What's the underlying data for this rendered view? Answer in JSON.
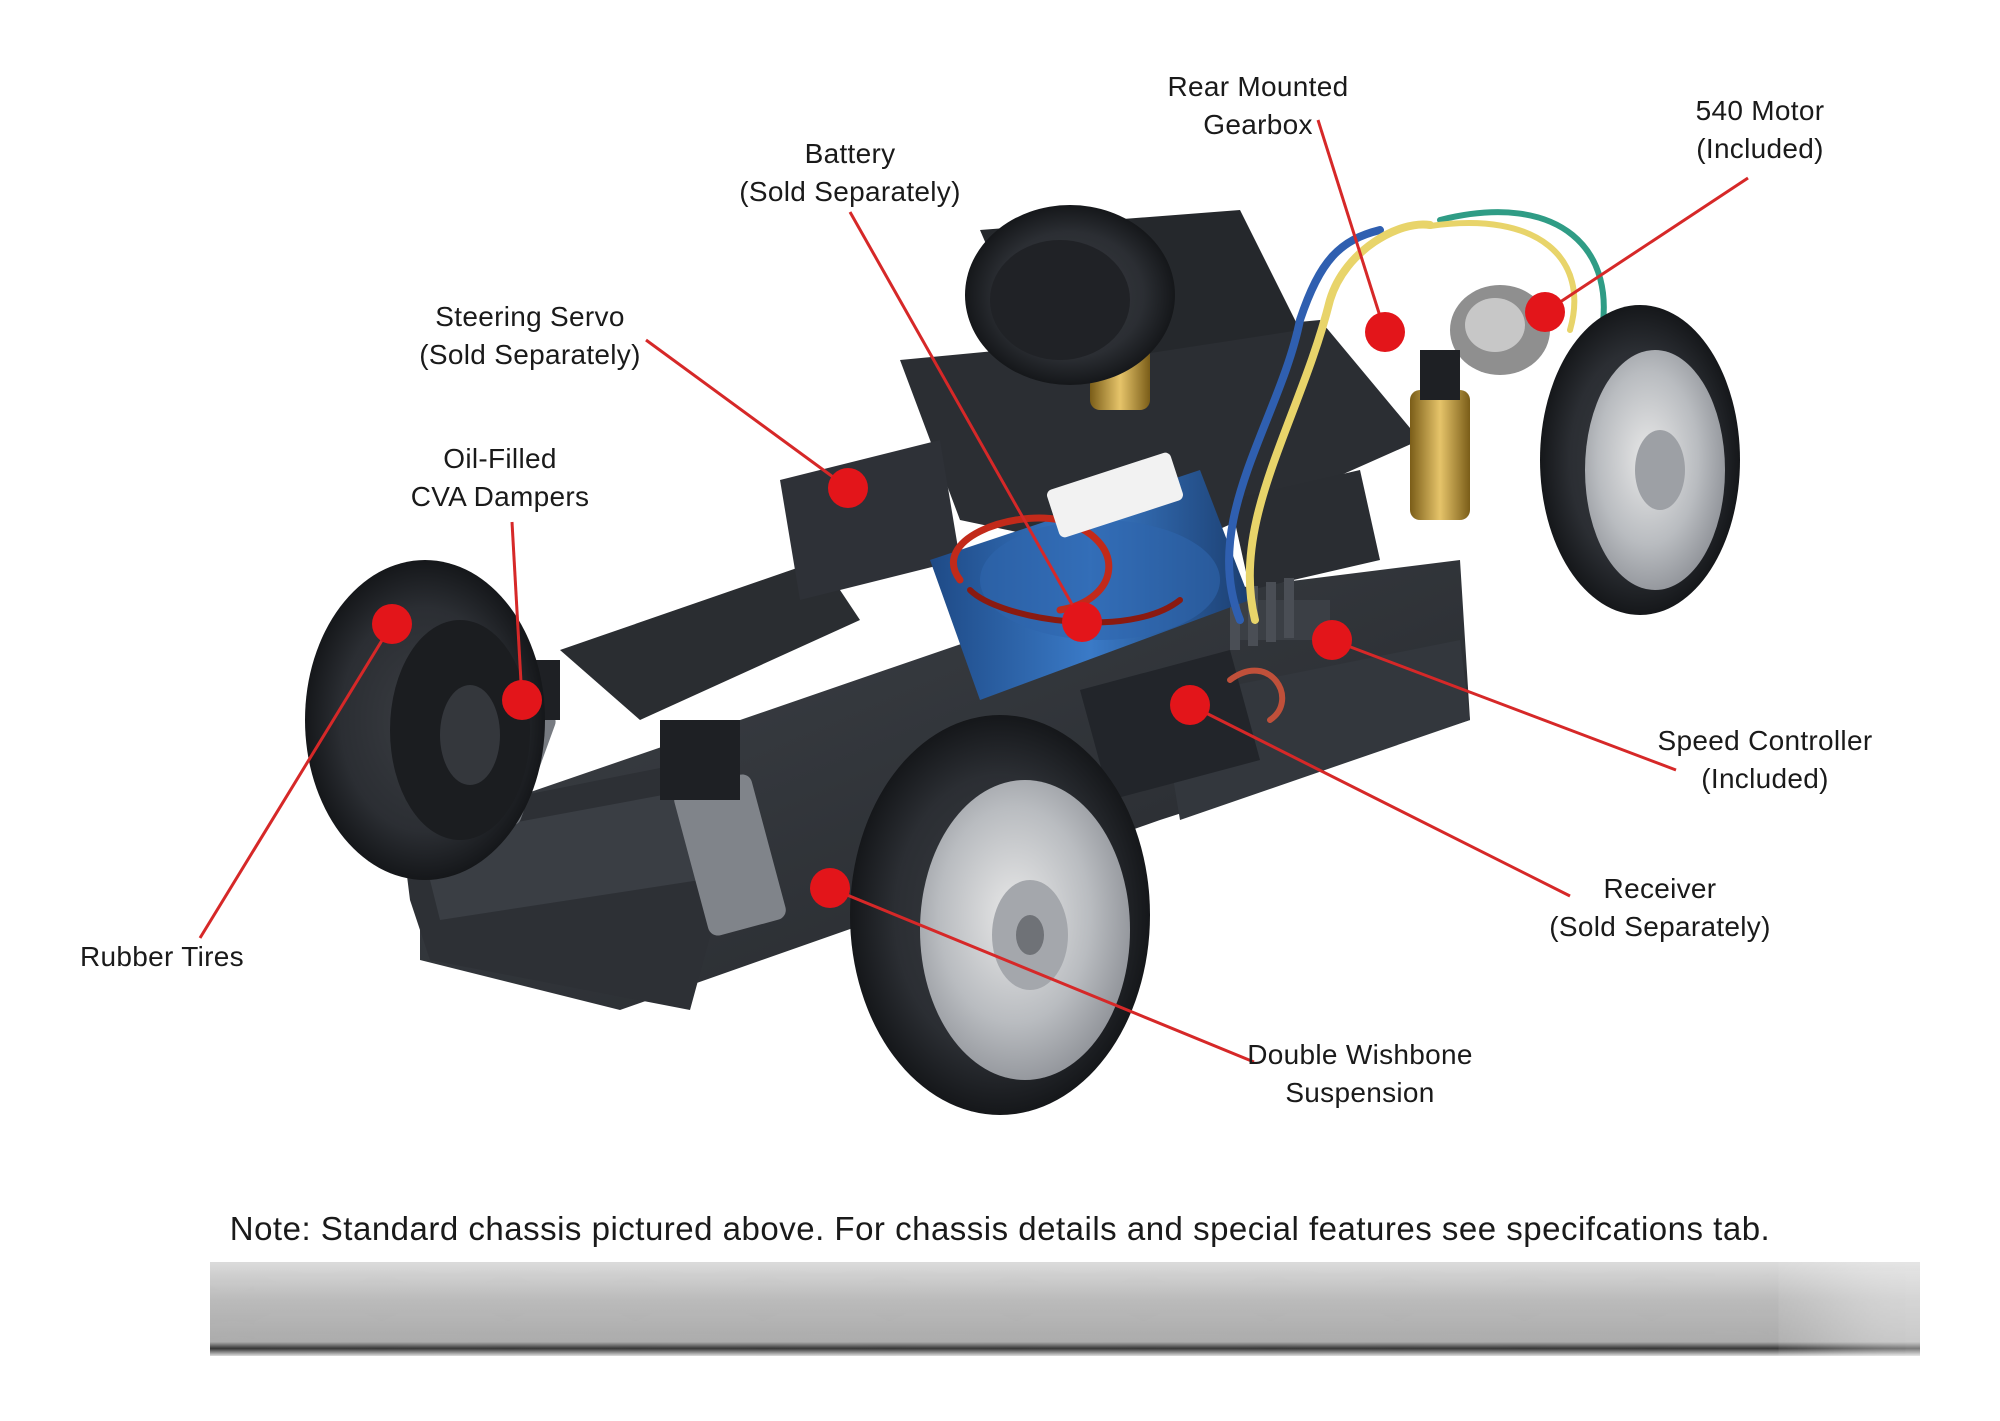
{
  "callout_color": "#d62828",
  "dot_color": "#e3151a",
  "labels": {
    "rear_gearbox": {
      "line1": "Rear Mounted",
      "line2": "Gearbox"
    },
    "motor": {
      "line1": "540 Motor",
      "line2": "(Included)"
    },
    "battery": {
      "line1": "Battery",
      "line2": "(Sold Separately)"
    },
    "steering_servo": {
      "line1": "Steering Servo",
      "line2": "(Sold Separately)"
    },
    "dampers": {
      "line1": "Oil-Filled",
      "line2": "CVA Dampers"
    },
    "rubber_tires": {
      "line1": "Rubber Tires"
    },
    "speed_controller": {
      "line1": "Speed Controller",
      "line2": "(Included)"
    },
    "receiver": {
      "line1": "Receiver",
      "line2": "(Sold Separately)"
    },
    "suspension": {
      "line1": "Double Wishbone",
      "line2": "Suspension"
    }
  },
  "note": "Note: Standard chassis pictured above. For chassis details and special features see specifcations tab."
}
